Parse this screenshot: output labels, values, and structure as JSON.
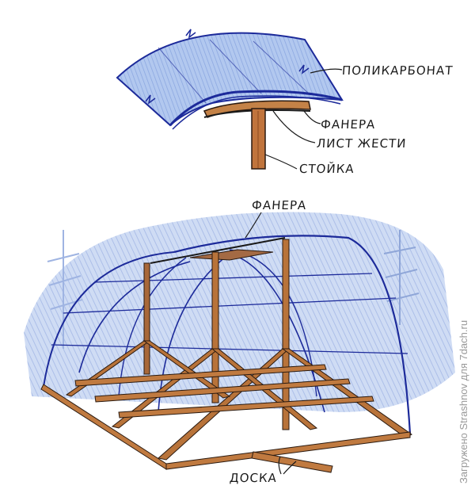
{
  "diagram": {
    "subject": "Arched polycarbonate greenhouse frame sketch",
    "detail_view": {
      "labels": [
        {
          "id": "polycarbonate",
          "text": "ПОЛИКАРБОНАТ"
        },
        {
          "id": "plywood",
          "text": "ФАНЕРА"
        },
        {
          "id": "tin-sheet",
          "text": "ЛИСТ ЖЕСТИ"
        },
        {
          "id": "post",
          "text": "СТОЙКА"
        }
      ]
    },
    "main_view": {
      "labels": [
        {
          "id": "plywood-top",
          "text": "ФАНЕРА"
        },
        {
          "id": "board",
          "text": "ДОСКА"
        }
      ]
    },
    "colors": {
      "polycarbonate_fill": "#9db8e8",
      "arch_line": "#1c2a9a",
      "wood": "#b8733a",
      "wood_dark": "#5a3418",
      "ink": "#1a1a1a",
      "sky_shading": "#a9c1ea"
    }
  },
  "watermark": {
    "text": "Загружено Strashnov для 7dach.ru"
  }
}
